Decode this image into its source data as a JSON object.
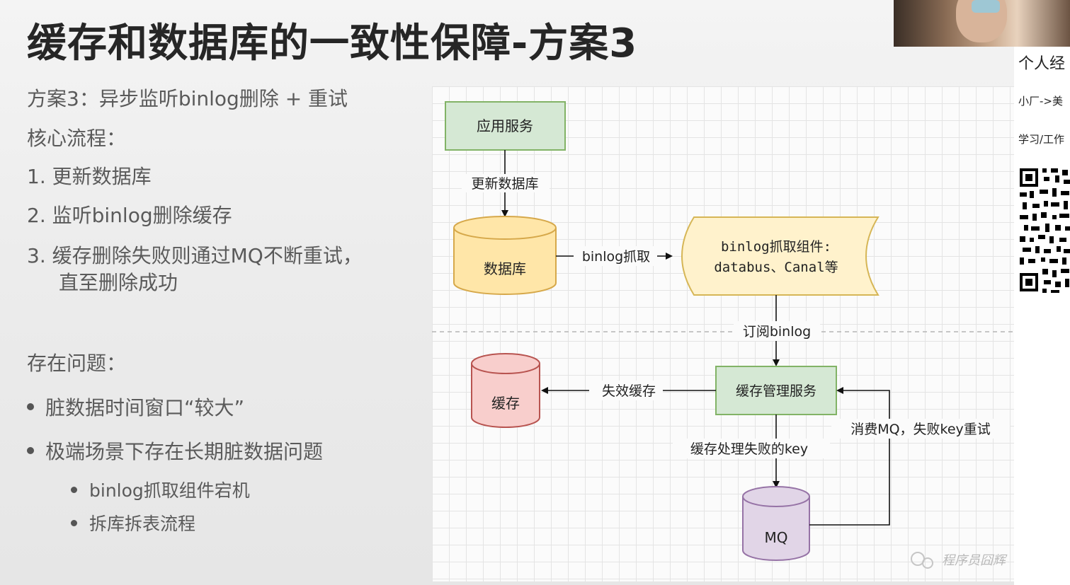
{
  "slide": {
    "title": "缓存和数据库的一致性保障-方案3",
    "scheme": "方案3：异步监听binlog删除 + 重试",
    "core_flow_heading": "核心流程：",
    "steps": [
      "1. 更新数据库",
      "2. 监听binlog删除缓存",
      "3. 缓存删除失败则通过MQ不断重试，"
    ],
    "step3_continuation": "直至删除成功",
    "problems_heading": "存在问题：",
    "problems": [
      "脏数据时间窗口“较大”",
      "极端场景下存在长期脏数据问题"
    ],
    "sub_problems": [
      "binlog抓取组件宕机",
      "拆库拆表流程"
    ]
  },
  "diagram": {
    "nodes": {
      "app_service": "应用服务",
      "database": "数据库",
      "binlog_component_line1": "binlog抓取组件:",
      "binlog_component_line2": "databus、Canal等",
      "cache": "缓存",
      "cache_manager": "缓存管理服务",
      "mq": "MQ"
    },
    "edges": {
      "update_db": "更新数据库",
      "binlog_fetch": "binlog抓取",
      "subscribe_binlog": "订阅binlog",
      "invalidate_cache": "失效缓存",
      "failed_keys": "缓存处理失败的key",
      "consume_mq": "消费MQ，失败key重试"
    },
    "watermark": "程序员囧辉",
    "colors": {
      "green_fill": "#d5e8d4",
      "green_stroke": "#82b366",
      "orange_fill": "#ffe6a8",
      "orange_stroke": "#d6a84a",
      "yellow_fill": "#fff2cc",
      "yellow_stroke": "#d6b656",
      "red_fill": "#f8cecc",
      "red_stroke": "#b85450",
      "purple_fill": "#e1d5e7",
      "purple_stroke": "#9673a6"
    }
  },
  "side_panel": {
    "line1": "个人经",
    "line2": "小厂->美",
    "line3": "学习/工作"
  }
}
